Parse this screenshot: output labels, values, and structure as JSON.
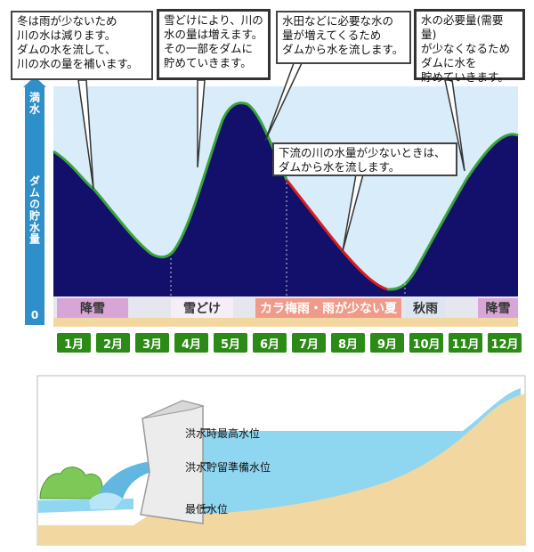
{
  "callouts": {
    "winter": "冬は雨が少ないため\n川の水は減ります。\nダムの水を流して、\n川の水の量を補います。",
    "snowmelt": "雪どけにより、川の\n水の量は増えます。\nその一部をダムに\n貯めていきます。",
    "paddy": "水田などに必要な水の\n量が増えてくるため\nダムから水を流します。",
    "autumn": "水の必要量(需要量)\nが少なくなるため\nダムに水を\n貯めていきます。",
    "downstream": "下流の川の水量が少ないときは、\nダムから水を流します。"
  },
  "axis": {
    "top_label": "満水",
    "middle_label": "ダムの貯水量",
    "zero_label": "0"
  },
  "seasons": {
    "snowfall_1": "降雪",
    "snowmelt": "雪どけ",
    "rainy": "カラ梅雨・雨が少ない夏",
    "autumn_rain": "秋雨",
    "snowfall_2": "降雪"
  },
  "months": [
    "1月",
    "2月",
    "3月",
    "4月",
    "5月",
    "6月",
    "7月",
    "8月",
    "9月",
    "10月",
    "11月",
    "12月"
  ],
  "dam_levels": {
    "flood_max": "洪水時最高水位",
    "flood_reserve": "洪水貯留準備水位",
    "minimum": "最低水位"
  },
  "colors": {
    "storage_fill": "#12106b",
    "sky_panel": "#d9ecfa",
    "curve_normal": "#3aa33a",
    "curve_dry": "#d62020",
    "axis_bar": "#2f8fc9",
    "month_badge": "#2c8a17",
    "reservoir_water": "#8fd6f0",
    "ground": "#f2d8a0"
  }
}
